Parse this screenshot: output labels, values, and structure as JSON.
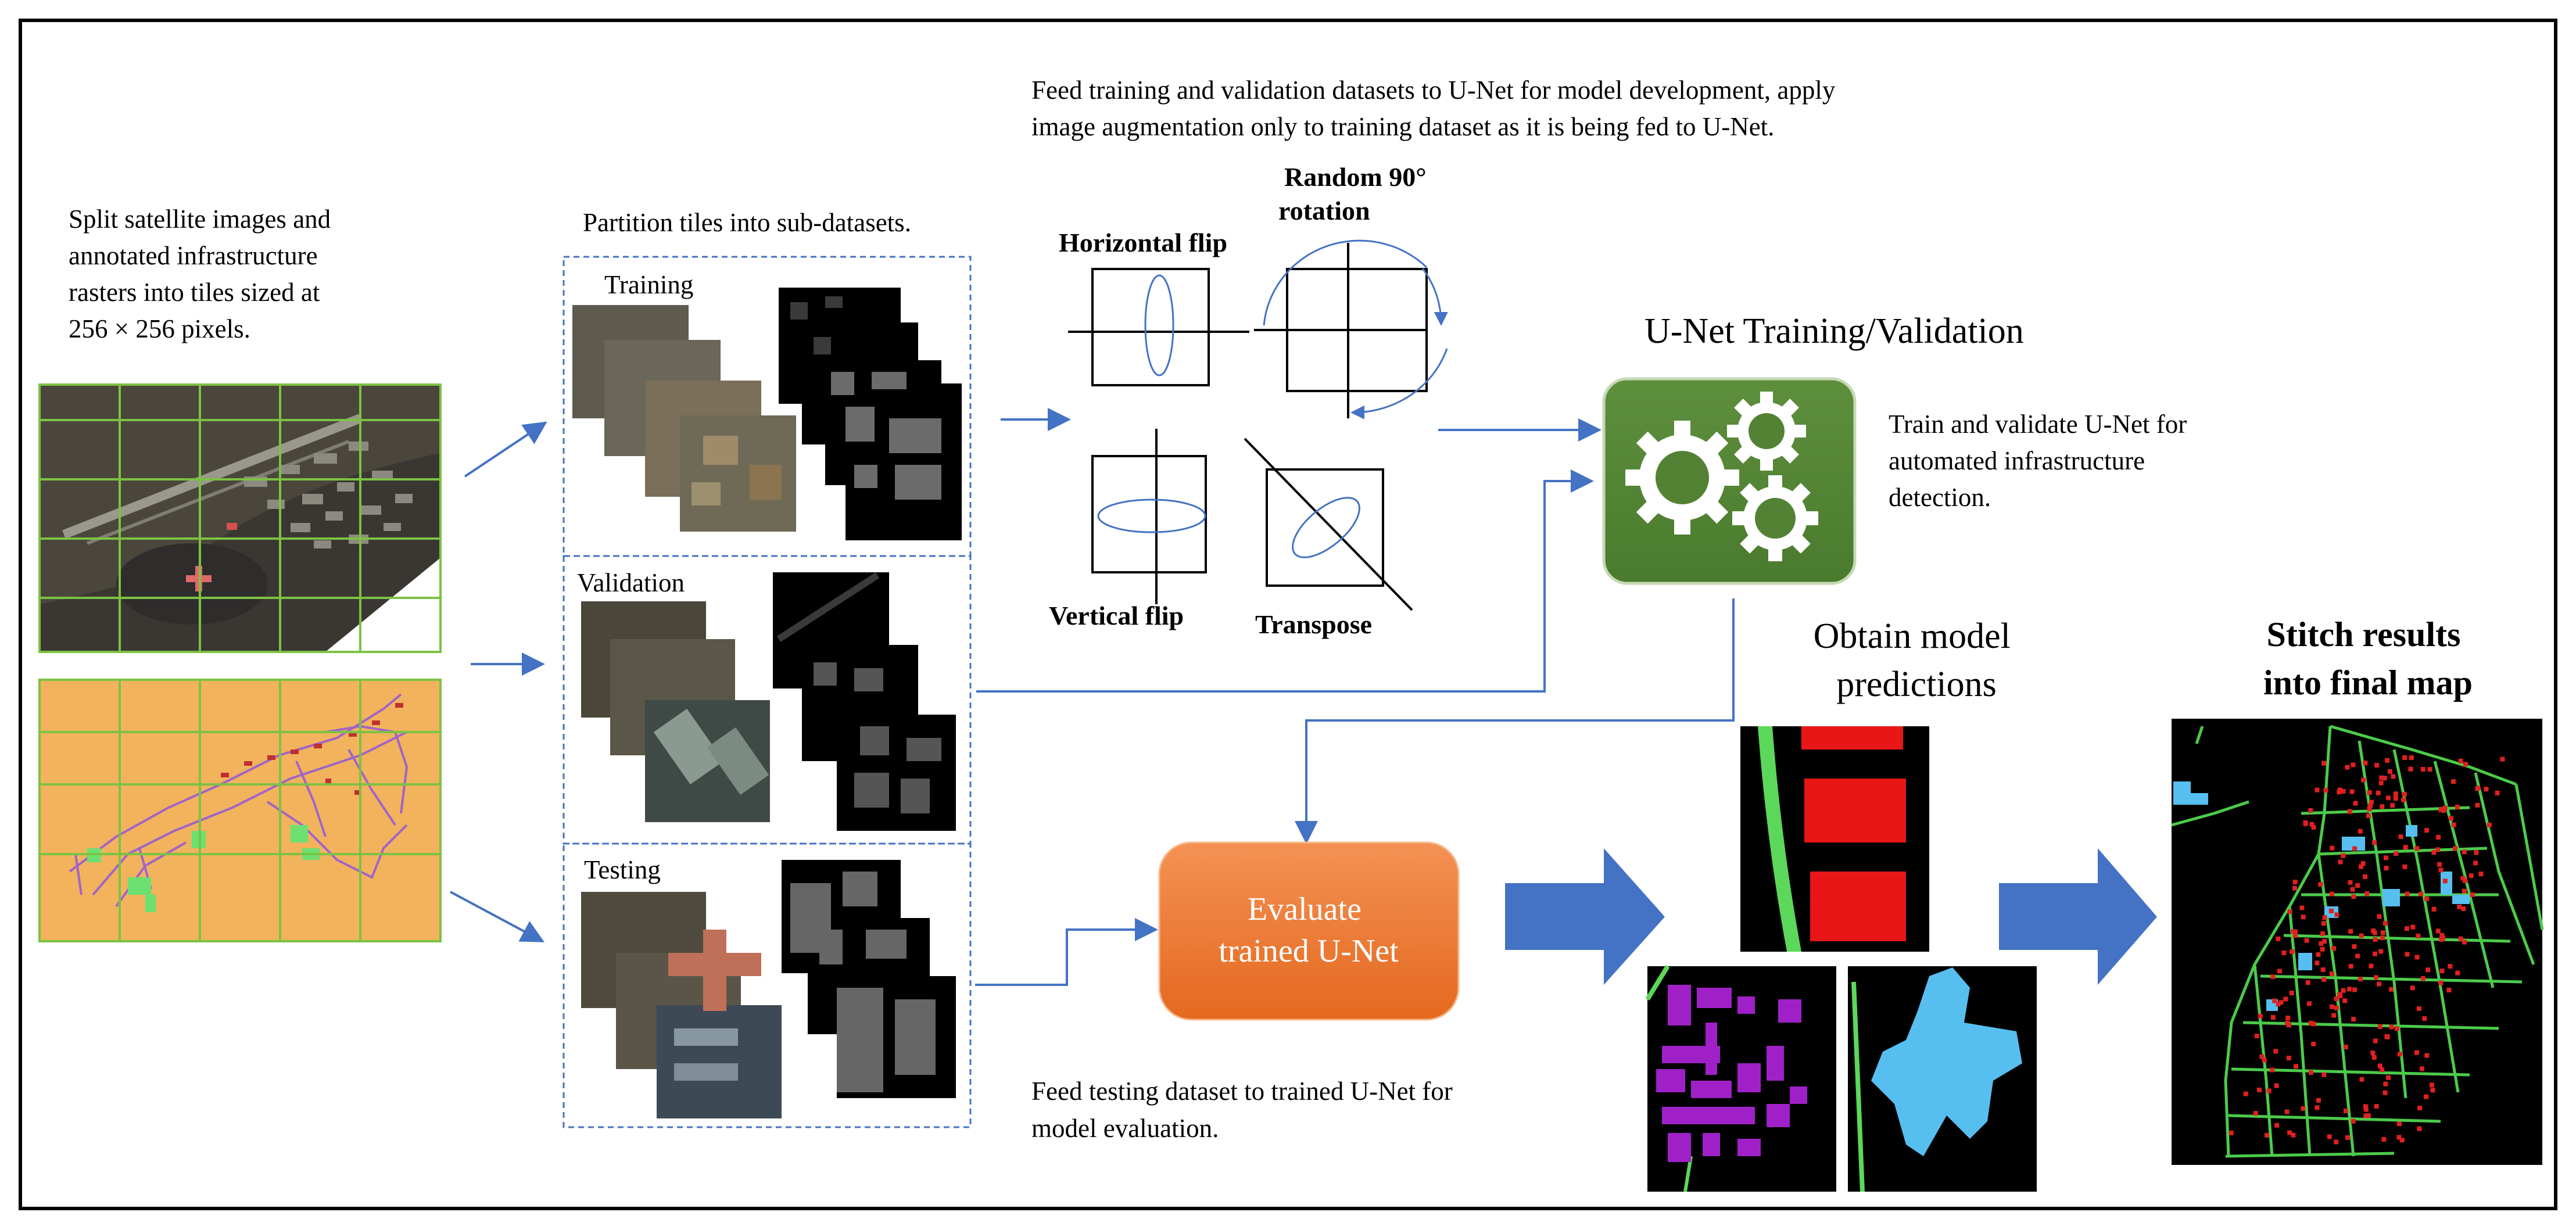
{
  "intro": {
    "lines": [
      "Split satellite images and",
      "annotated infrastructure",
      "rasters into tiles sized at",
      "256 × 256 pixels."
    ]
  },
  "partition": {
    "title": "Partition tiles into sub-datasets.",
    "training_label": "Training",
    "validation_label": "Validation",
    "testing_label": "Testing"
  },
  "augmentation": {
    "description_lines": [
      "Feed training  and validation  datasets to U-Net for model development, apply",
      "image augmentation  only to training dataset as it is being fed to U-Net."
    ],
    "horizontal_flip": "Horizontal flip",
    "random_rotation_lines": [
      "Random 90°",
      "rotation"
    ],
    "vertical_flip": "Vertical flip",
    "transpose": "Transpose"
  },
  "unet": {
    "title": "U-Net Training/Validation",
    "description_lines": [
      "Train and validate U-Net for",
      "automated infrastructure",
      "detection."
    ]
  },
  "evaluate": {
    "button_lines": [
      "Evaluate",
      "trained U-Net"
    ],
    "description_lines": [
      "Feed testing dataset to trained U-Net for",
      "model evaluation."
    ]
  },
  "predictions": {
    "title_lines": [
      "Obtain model",
      "predictions"
    ]
  },
  "stitch": {
    "title_lines": [
      "Stitch results",
      "into final map"
    ]
  },
  "colors": {
    "arrow_blue": "#4472C4",
    "gear_green": "#548235",
    "evaluate_orange": "#ED7D31",
    "grid_green": "#70AD47",
    "map_orange": "#F2B35C"
  }
}
